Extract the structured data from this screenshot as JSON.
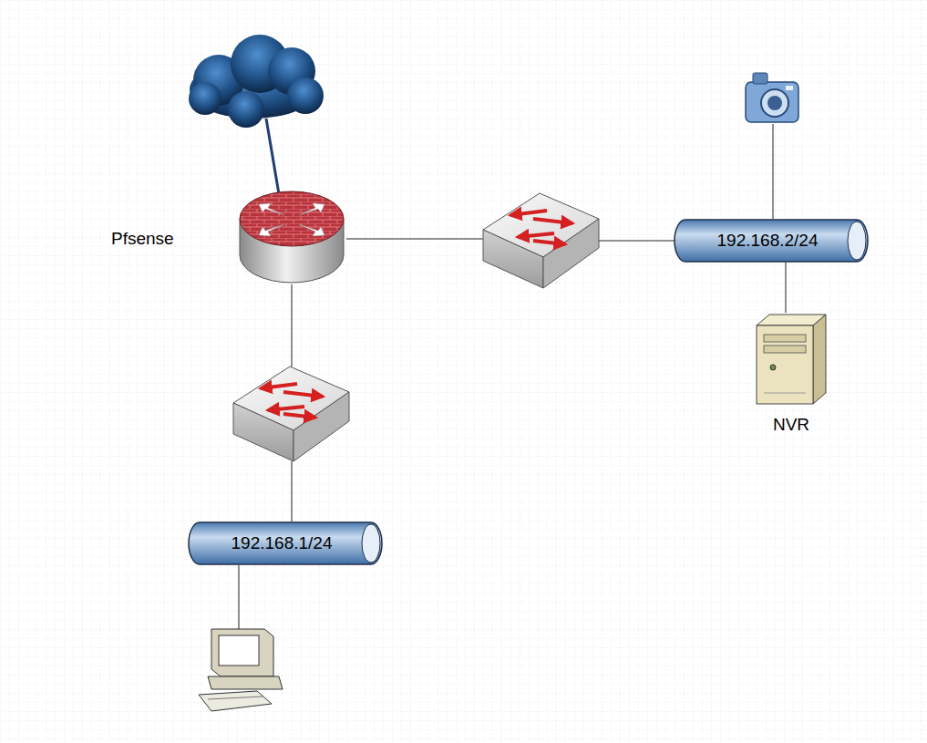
{
  "diagram": {
    "nodes": [
      {
        "text": [
          "Pfsense"
        ]
      },
      {
        "text": [
          "192.168.2/24"
        ]
      },
      {
        "text": [
          "NVR"
        ]
      },
      {
        "text": [
          "192.168.1/24"
        ]
      }
    ],
    "edges": [
      {
        "from": 1,
        "to": 2,
        "arrow": "none"
      }
    ]
  }
}
